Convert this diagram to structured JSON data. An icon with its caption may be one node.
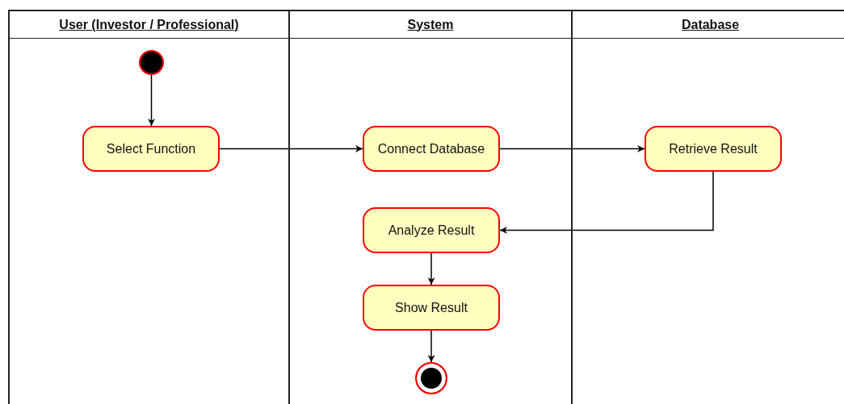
{
  "diagram": {
    "nodes": [
      {
        "text": [
          "User (Investor / Professional)"
        ]
      },
      {
        "text": [
          "System"
        ]
      },
      {
        "text": [
          "Database"
        ]
      },
      {
        "text": [],
        "shape": "circle",
        "in": 0
      },
      {
        "text": [
          "Select Function"
        ],
        "in": 0
      },
      {
        "text": [
          "Connect Database"
        ],
        "in": 1
      },
      {
        "text": [
          "Retrieve Result"
        ],
        "in": 2
      },
      {
        "text": [
          "Analyze Result"
        ],
        "in": 1
      },
      {
        "text": [
          "Show Result"
        ],
        "in": 1
      },
      {
        "text": [],
        "shape": "circle",
        "in": 1
      }
    ],
    "edges": [
      {
        "from": 3,
        "to": 4,
        "arrow": "to"
      },
      {
        "from": 4,
        "to": 5,
        "arrow": "to"
      },
      {
        "from": 5,
        "to": 6,
        "arrow": "to"
      },
      {
        "from": 6,
        "to": 7,
        "arrow": "to"
      },
      {
        "from": 7,
        "to": 8,
        "arrow": "to"
      },
      {
        "from": 8,
        "to": 9,
        "arrow": "to"
      }
    ]
  }
}
